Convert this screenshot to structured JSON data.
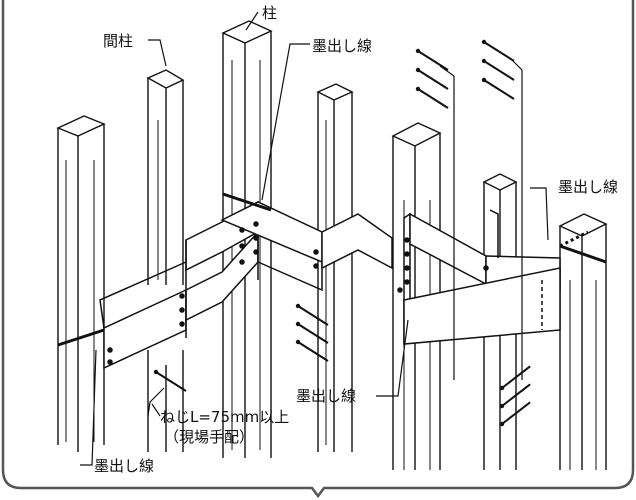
{
  "labels": {
    "mabashira": "間柱",
    "hashira": "柱",
    "sumidashi_top": "墨出し線",
    "sumidashi_right": "墨出し線",
    "sumidashi_mid": "墨出し線",
    "sumidashi_bottom": "墨出し線",
    "screw_line1": "ねじL=75mm以上",
    "screw_line2": "（現場手配）"
  },
  "colors": {
    "stroke": "#111111",
    "frame": "#555555",
    "background": "#ffffff"
  }
}
